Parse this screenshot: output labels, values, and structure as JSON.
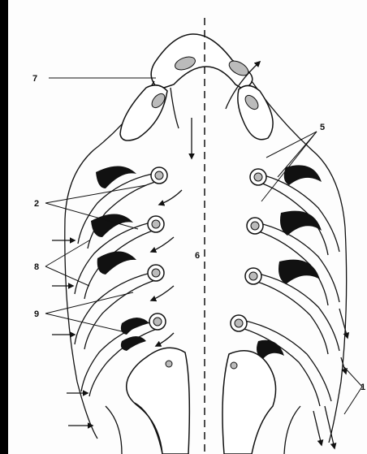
{
  "figure": {
    "labels": {
      "l1": "1",
      "l2": "2",
      "l5": "5",
      "l6": "6",
      "l7": "7",
      "l8": "8",
      "l9": "9"
    }
  }
}
